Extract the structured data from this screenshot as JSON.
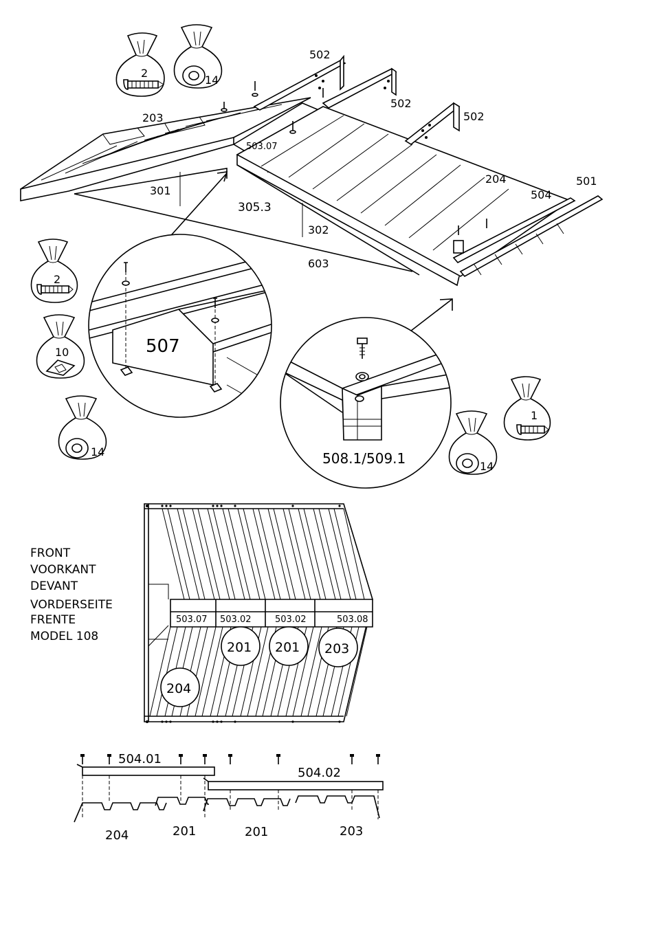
{
  "bags": [
    {
      "id": "bag-screw-top",
      "qty": "2",
      "contents": "screw"
    },
    {
      "id": "bag-washer-top",
      "qty": "14",
      "contents": "washer"
    },
    {
      "id": "bag-screw-left",
      "qty": "2",
      "contents": "screw"
    },
    {
      "id": "bag-bracket-left",
      "qty": "10",
      "contents": "bracket"
    },
    {
      "id": "bag-washer-left",
      "qty": "14",
      "contents": "washer"
    },
    {
      "id": "bag-washer-right",
      "qty": "14",
      "contents": "washer"
    },
    {
      "id": "bag-screw-right",
      "qty": "1",
      "contents": "screw"
    }
  ],
  "roof_labels": {
    "p502a": "502",
    "p502b": "502",
    "p502c": "502",
    "p203": "203",
    "p50307": "503.07",
    "p204": "204",
    "p504": "504",
    "p501": "501",
    "p301": "301",
    "p3053": "305.3",
    "p302": "302",
    "p603": "603"
  },
  "details": {
    "left_label": "507",
    "right_label": "508.1/509.1"
  },
  "front_view": {
    "caption": [
      "FRONT",
      "VOORKANT",
      "DEVANT",
      "VORDERSEITE",
      "FRENTE",
      "MODEL 108"
    ],
    "strip_labels": [
      "503.07",
      "503.02",
      "503.02",
      "503.08"
    ],
    "panels": [
      "201",
      "201",
      "203",
      "204"
    ]
  },
  "section": {
    "rail_labels": [
      "504.01",
      "504.02"
    ],
    "sheet_labels": [
      "204",
      "201",
      "201",
      "203"
    ]
  }
}
